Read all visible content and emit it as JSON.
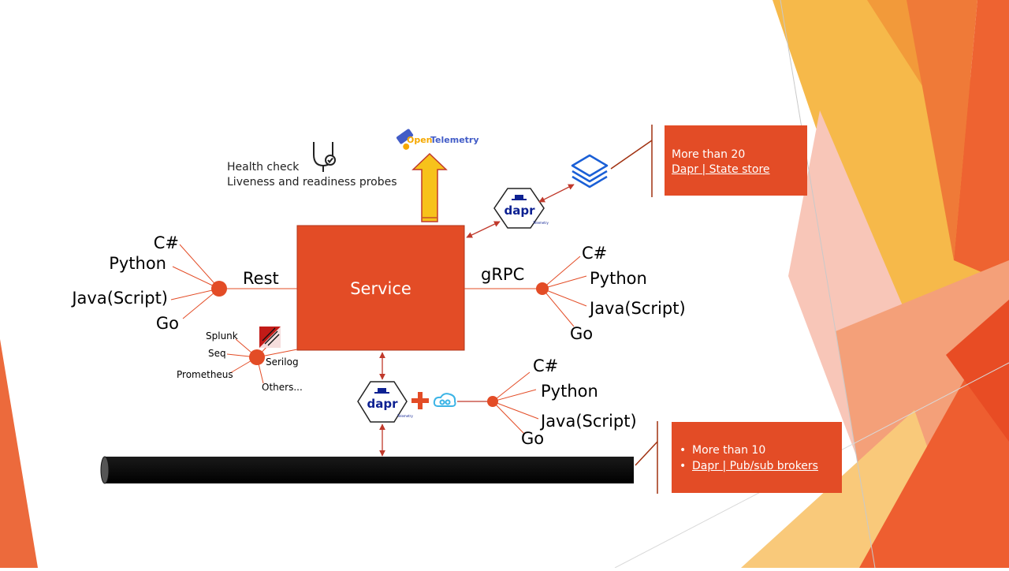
{
  "colors": {
    "accent": "#e34c26",
    "connector": "#c0392b",
    "dapr_navy": "#0d2192",
    "arrow_yellow": "#f7c21b",
    "otel_orange": "#f5a800",
    "otel_blue": "#425cc7",
    "state_blue": "#1a5fd6",
    "pubsub_cyan": "#3cb4e6",
    "bus": "#000000"
  },
  "service": {
    "label": "Service"
  },
  "health": {
    "line1": "Health check",
    "line2": "Liveness and readiness probes"
  },
  "otel": {
    "prefix": "Open",
    "suffix": "Telemetry"
  },
  "dapr": {
    "logo_text": "dapr",
    "sub_text": "Telemetry"
  },
  "rest": {
    "label": "Rest",
    "languages": [
      "C#",
      "Python",
      "Java(Script)",
      "Go"
    ]
  },
  "grpc": {
    "label": "gRPC",
    "languages": [
      "C#",
      "Python",
      "Java(Script)",
      "Go"
    ]
  },
  "pubsub_sdk": {
    "languages": [
      "C#",
      "Python",
      "Java(Script)",
      "Go"
    ]
  },
  "logging": {
    "sinks": [
      "Splunk",
      "Seq",
      "Prometheus",
      "Serilog",
      "Others..."
    ]
  },
  "state_store_callout": {
    "line1": "More than 20",
    "link": "Dapr | State store"
  },
  "pubsub_callout": {
    "item1": "More than 10",
    "item2": "Dapr | Pub/sub brokers"
  }
}
